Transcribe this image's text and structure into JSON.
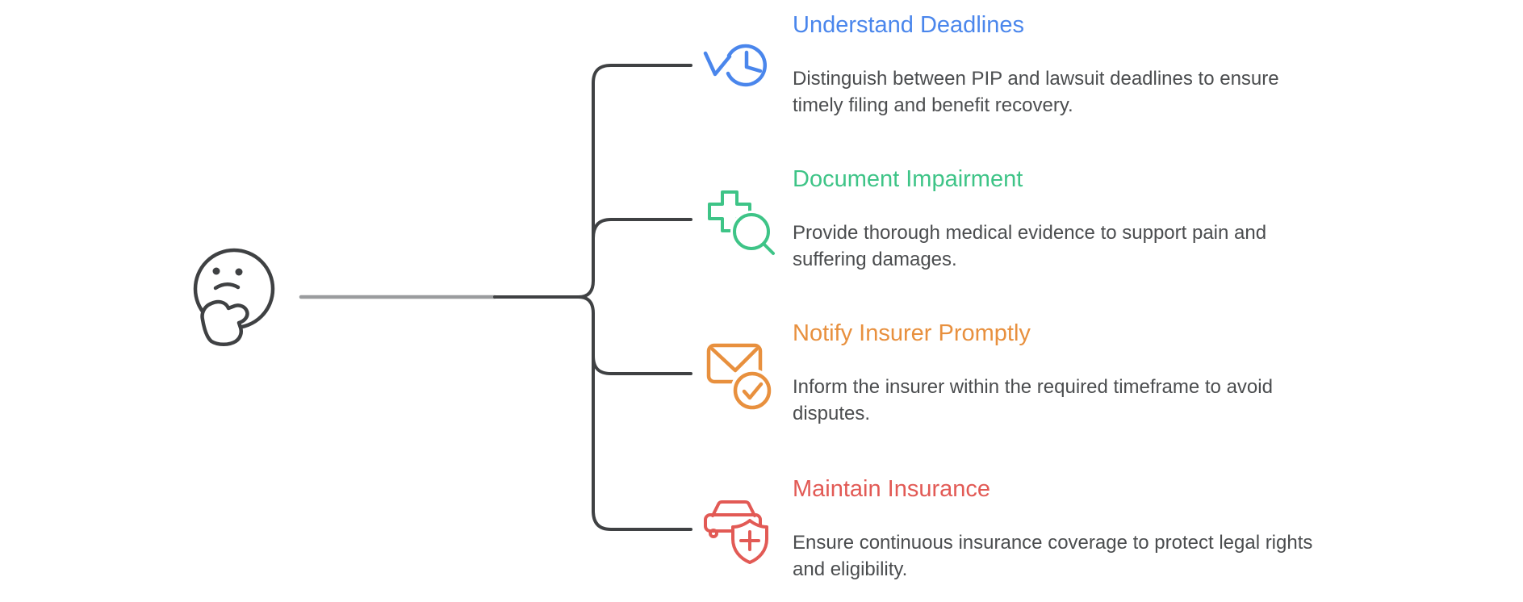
{
  "figure": {
    "icon": "thinking-face-icon"
  },
  "palette": {
    "connector": "#3F4143",
    "stem_gray": "#9A9C9E",
    "body_text": "#4B4D4F",
    "background": "#FFFFFF"
  },
  "sections": [
    {
      "title": "Understand Deadlines",
      "color": "#4A86EC",
      "icon": "history-clock-icon",
      "description_lines": [
        "Distinguish between PIP and lawsuit deadlines to ensure",
        "timely filing and benefit recovery."
      ]
    },
    {
      "title": "Document Impairment",
      "color": "#3EC487",
      "icon": "medical-search-icon",
      "description_lines": [
        "Provide thorough medical evidence to support pain and",
        "suffering damages."
      ]
    },
    {
      "title": "Notify Insurer Promptly",
      "color": "#E8903E",
      "icon": "mail-check-icon",
      "description_lines": [
        "Inform the insurer within the required timeframe to avoid",
        "disputes."
      ]
    },
    {
      "title": "Maintain Insurance",
      "color": "#E25A55",
      "icon": "car-insurance-icon",
      "description_lines": [
        "Ensure continuous insurance coverage to protect legal rights",
        "and eligibility."
      ]
    }
  ]
}
